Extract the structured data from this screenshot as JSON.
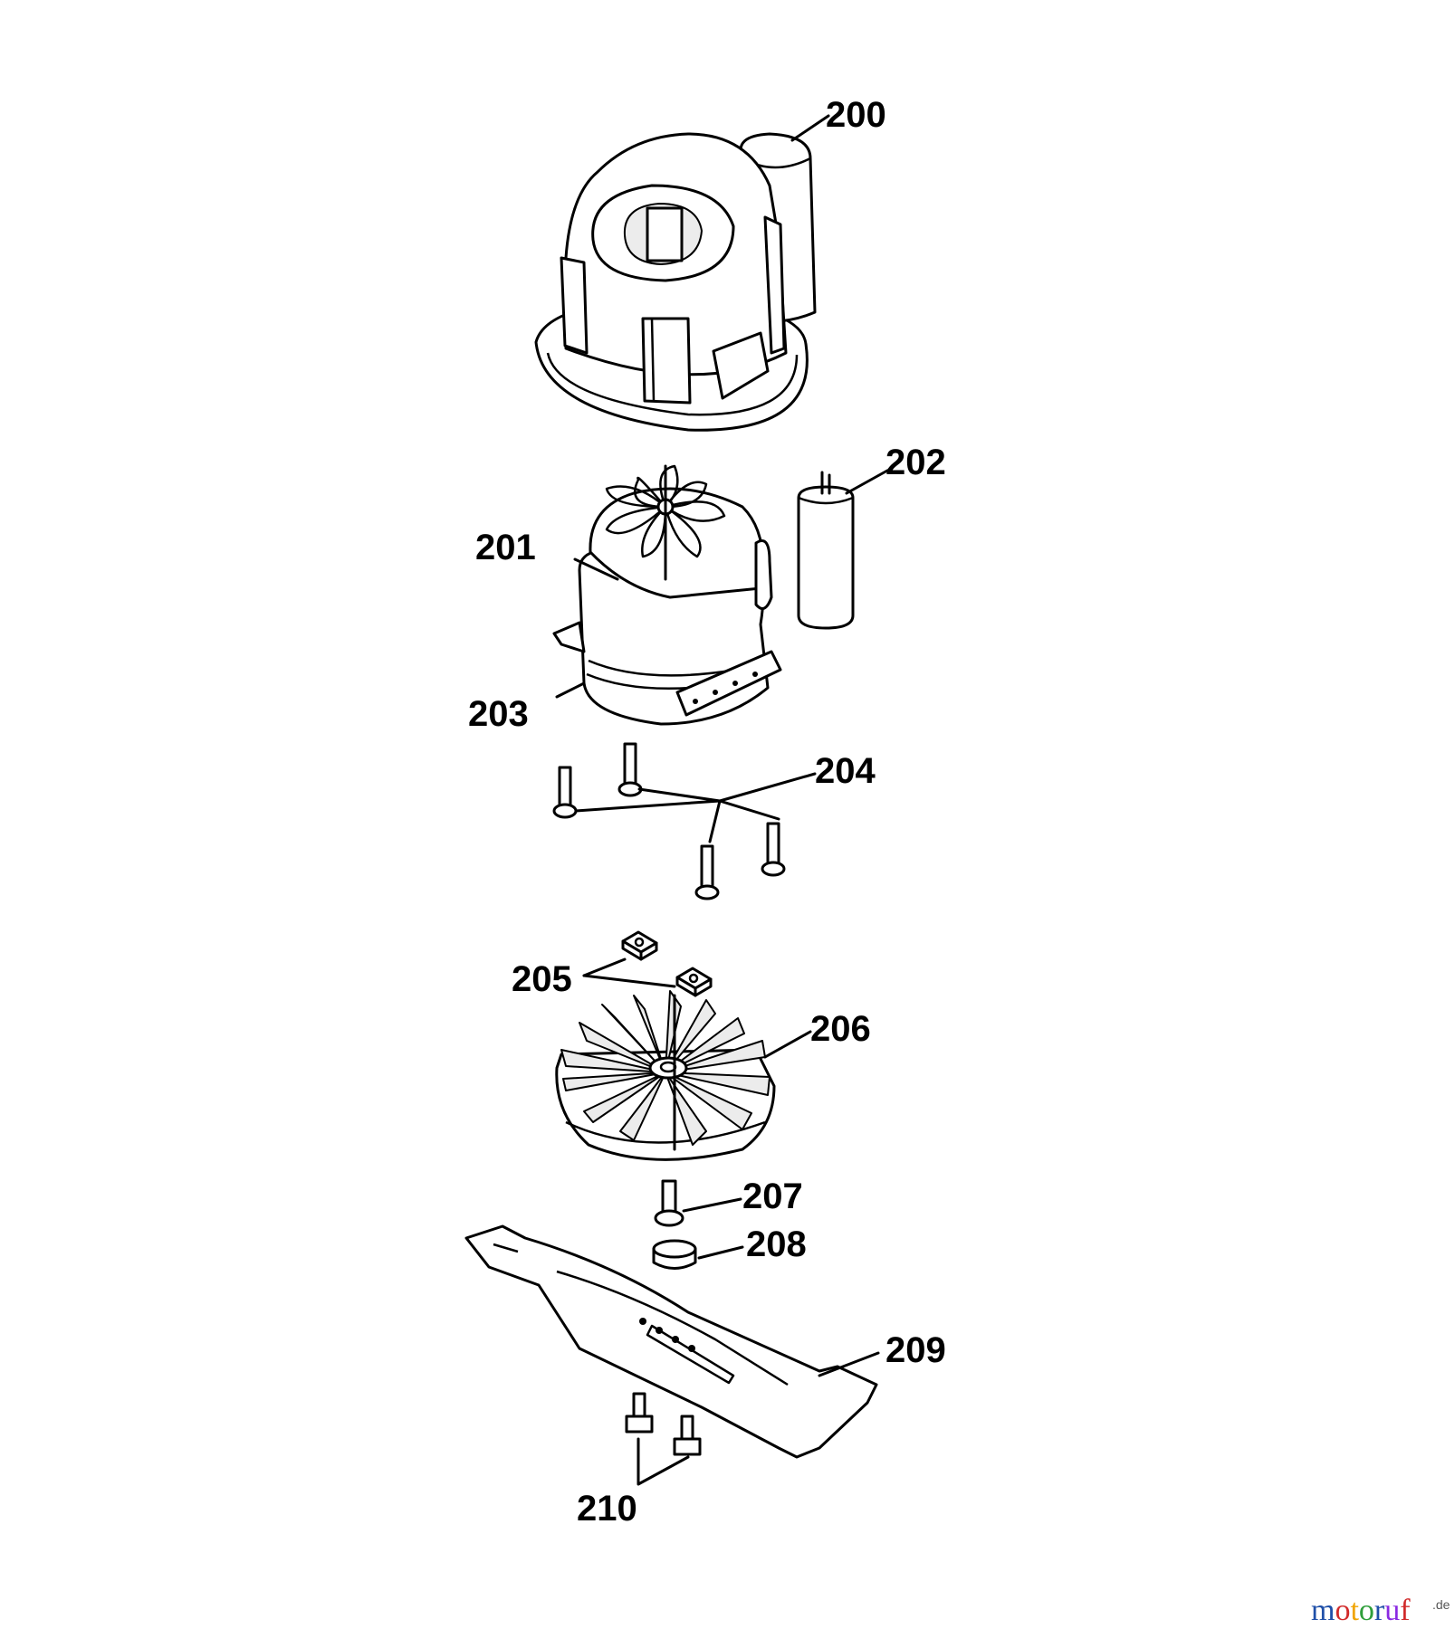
{
  "diagram": {
    "labels": {
      "p200": "200",
      "p201": "201",
      "p202": "202",
      "p203": "203",
      "p204": "204",
      "p205": "205",
      "p206": "206",
      "p207": "207",
      "p208": "208",
      "p209": "209",
      "p210": "210"
    }
  },
  "watermark": {
    "brand": "motoruf",
    "suffix": ".de",
    "colors": [
      "#1f4fa8",
      "#d12b2b",
      "#f0a400",
      "#2e9e3a",
      "#1f4fa8",
      "#8a2be2",
      "#d12b2b"
    ]
  }
}
